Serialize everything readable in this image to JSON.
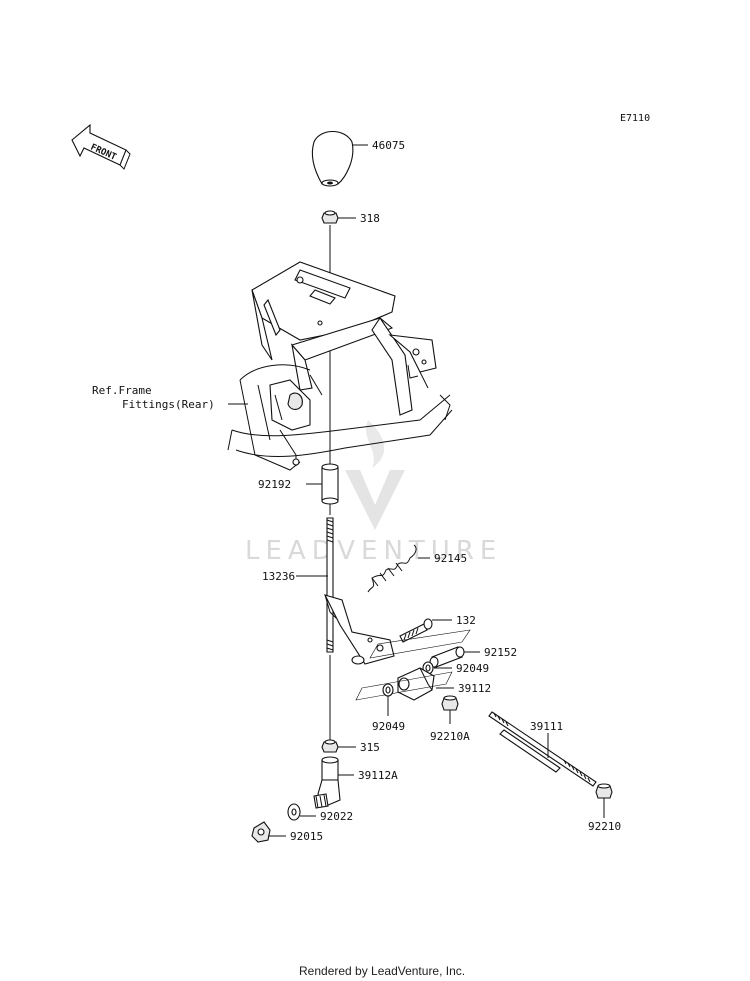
{
  "diagram_code": "E7110",
  "front_label": "FRONT",
  "watermark": "LEADVENTURE",
  "footer": "Rendered by LeadVenture, Inc.",
  "ref_label_line1": "Ref.Frame",
  "ref_label_line2": "Fittings(Rear)",
  "parts": {
    "p46075": "46075",
    "p318": "318",
    "p92192": "92192",
    "p92145": "92145",
    "p13236": "13236",
    "p132": "132",
    "p92152": "92152",
    "p92049a": "92049",
    "p39112": "39112",
    "p92049b": "92049",
    "p92210A": "92210A",
    "p39111": "39111",
    "p315": "315",
    "p39112A": "39112A",
    "p92022": "92022",
    "p92015": "92015",
    "p92210": "92210"
  }
}
